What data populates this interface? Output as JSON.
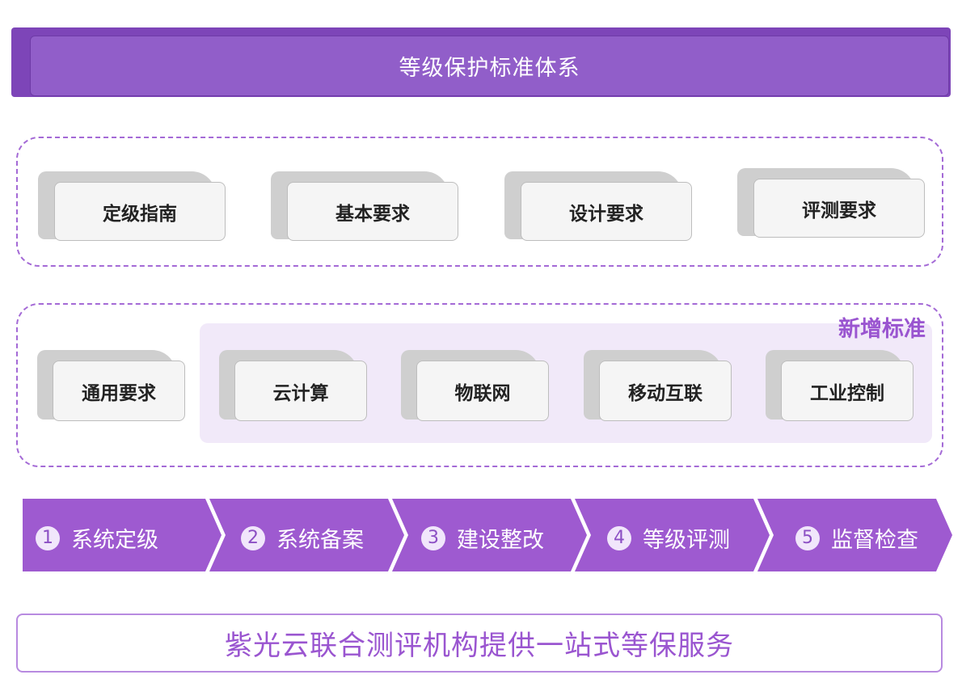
{
  "header": {
    "title": "等级保护标准体系"
  },
  "row1": {
    "items": [
      {
        "label": "定级指南"
      },
      {
        "label": "基本要求"
      },
      {
        "label": "设计要求"
      },
      {
        "label": "评测要求"
      }
    ]
  },
  "row2": {
    "general": {
      "label": "通用要求"
    },
    "new_label": "新增标准",
    "items": [
      {
        "label": "云计算"
      },
      {
        "label": "物联网"
      },
      {
        "label": "移动互联"
      },
      {
        "label": "工业控制"
      }
    ]
  },
  "process": {
    "steps": [
      {
        "num": "1",
        "label": "系统定级"
      },
      {
        "num": "2",
        "label": "系统备案"
      },
      {
        "num": "3",
        "label": "建设整改"
      },
      {
        "num": "4",
        "label": "等级评测"
      },
      {
        "num": "5",
        "label": "监督检查"
      }
    ],
    "color": "#9e5ad0"
  },
  "footer": {
    "text": "紫光云联合测评机构提供一站式等保服务"
  }
}
